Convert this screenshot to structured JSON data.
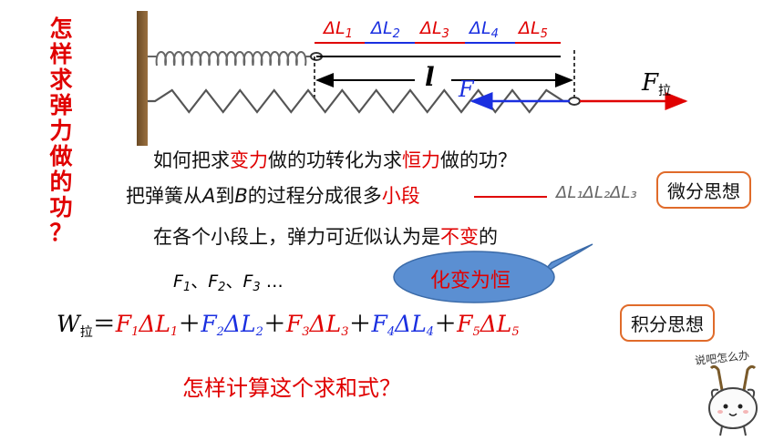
{
  "side_title": [
    "怎",
    "样",
    "求",
    "弹",
    "力",
    "做",
    "的",
    "功",
    "？"
  ],
  "segments": [
    {
      "label": "ΔL",
      "sub": "1",
      "color": "#e00000"
    },
    {
      "label": "ΔL",
      "sub": "2",
      "color": "#1a2fe0"
    },
    {
      "label": "ΔL",
      "sub": "3",
      "color": "#e00000"
    },
    {
      "label": "ΔL",
      "sub": "4",
      "color": "#1a2fe0"
    },
    {
      "label": "ΔL",
      "sub": "5",
      "color": "#e00000"
    }
  ],
  "diagram": {
    "length_label": "l",
    "spring_force": "F",
    "pull_force": "F",
    "pull_sub": "拉"
  },
  "line1": {
    "a": "如何把求",
    "b": "变力",
    "c": "做的功转化为求",
    "d": "恒力",
    "e": "做的功？"
  },
  "line2": {
    "a": "把弹簧从",
    "b": "A",
    "c": "到",
    "d": "B",
    "e": "的过程分成很多",
    "f": "小段"
  },
  "overlap_text": "ΔL₁ΔL₂ΔL₃",
  "line3": {
    "a": "在各个小段上，弹力可近似认为是",
    "b": "不变",
    "c": "的"
  },
  "forces": {
    "f1": "F",
    "s1": "1",
    "sep1": "、",
    "f2": "F",
    "s2": "2",
    "sep2": "、",
    "f3": "F",
    "s3": "3",
    "tail": " …"
  },
  "callouts": {
    "weifen": "微分思想",
    "huabian": "化变为恒",
    "jifen": "积分思想"
  },
  "formula": {
    "w": "W",
    "w_sub": "拉",
    "eq": "＝",
    "terms": [
      {
        "f": "F",
        "fs": "1",
        "dl": "ΔL",
        "ls": "1",
        "color": "#e00000"
      },
      {
        "f": "F",
        "fs": "2",
        "dl": "ΔL",
        "ls": "2",
        "color": "#1a2fe0"
      },
      {
        "f": "F",
        "fs": "3",
        "dl": "ΔL",
        "ls": "3",
        "color": "#e00000"
      },
      {
        "f": "F",
        "fs": "4",
        "dl": "ΔL",
        "ls": "4",
        "color": "#1a2fe0"
      },
      {
        "f": "F",
        "fs": "5",
        "dl": "ΔL",
        "ls": "5",
        "color": "#e00000"
      }
    ],
    "plus": "＋"
  },
  "question": "怎样计算这个求和式？",
  "mascot_caption": "说吧怎么办"
}
